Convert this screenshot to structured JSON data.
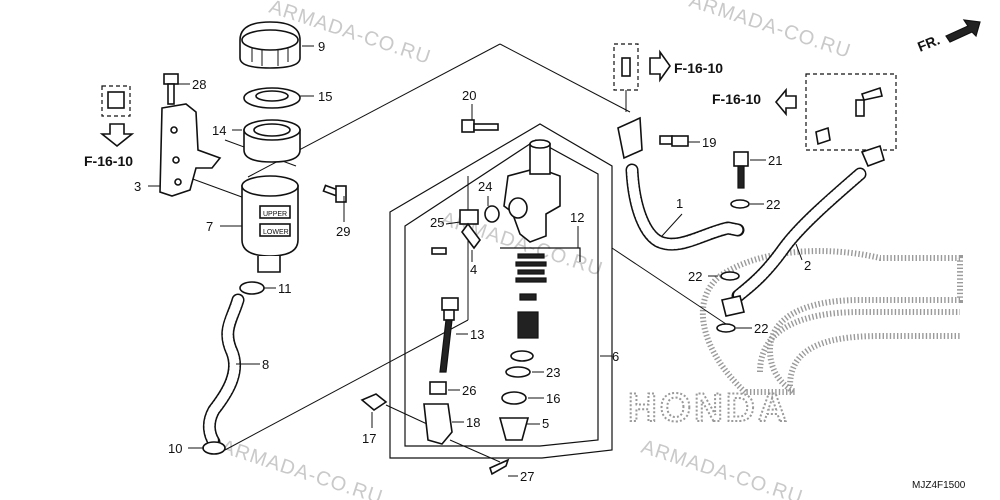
{
  "watermark": {
    "text": "ARMADA-CO.RU"
  },
  "brand": {
    "text": "HONDA"
  },
  "direction": {
    "label": "FR."
  },
  "diagram_code": "MJZ4F1500",
  "references": {
    "top": "F-16-10",
    "right": "F-16-10",
    "left": "F-16-10"
  },
  "callouts": [
    "1",
    "2",
    "3",
    "4",
    "5",
    "6",
    "7",
    "8",
    "9",
    "10",
    "11",
    "12",
    "13",
    "14",
    "15",
    "16",
    "17",
    "18",
    "19",
    "20",
    "21",
    "22",
    "22",
    "22",
    "22",
    "23",
    "24",
    "25",
    "26",
    "27",
    "28",
    "29"
  ]
}
